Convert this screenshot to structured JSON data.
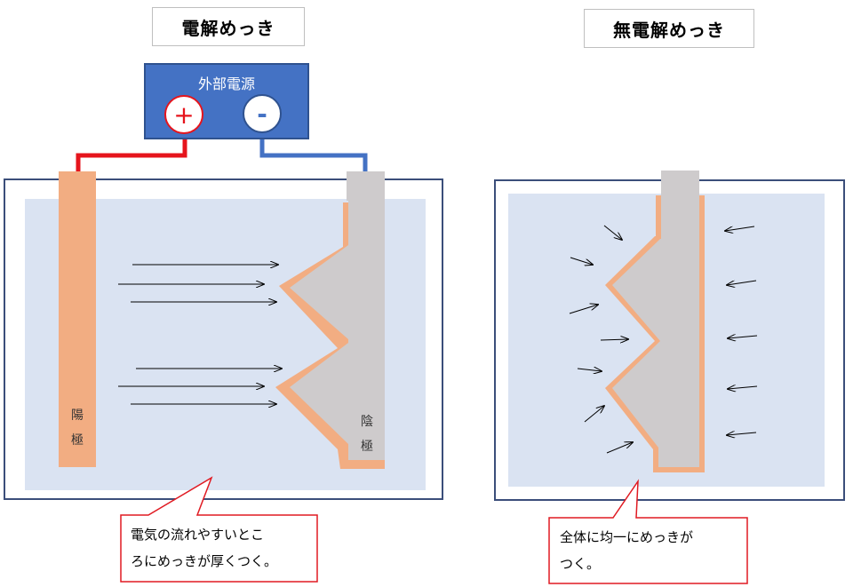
{
  "left_panel": {
    "title": "電解めっき",
    "power_supply": {
      "label": "外部電源",
      "positive_symbol": "+",
      "negative_symbol": "-"
    },
    "anode_label": [
      "陽",
      "極"
    ],
    "cathode_label": [
      "陰",
      "極"
    ],
    "callout": "電気の流れやすいとこ\nろにめっきが厚くつく。"
  },
  "right_panel": {
    "title": "無電解めっき",
    "callout": "全体に均一にめっきが\nつく。"
  },
  "colors": {
    "tank_border": "#3b4e7a",
    "solution": "#dae3f2",
    "anode": "#f2ad82",
    "cathode": "#cecbcc",
    "plating": "#f2ad82",
    "power_box": "#4472c4",
    "positive_wire": "#e6141c",
    "negative_wire": "#4472c4",
    "callout_border": "#e01a22"
  }
}
